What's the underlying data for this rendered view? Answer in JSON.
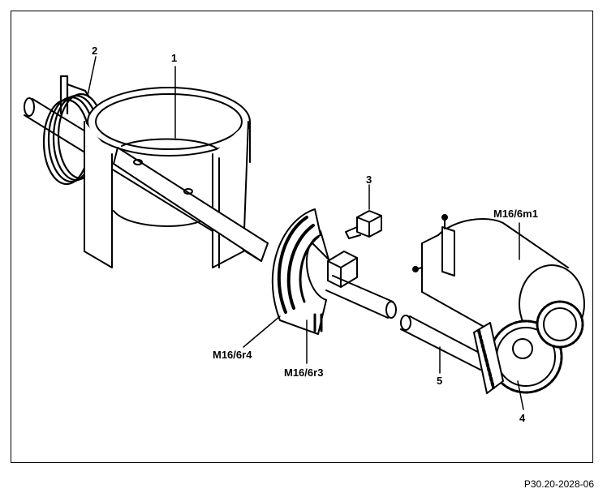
{
  "labels": {
    "l1": "1",
    "l2": "2",
    "l3": "3",
    "l4": "4",
    "l5": "5",
    "m1": "M16/6m1",
    "r4": "M16/6r4",
    "r3": "M16/6r3"
  },
  "reference": "P30.20-2028-06"
}
